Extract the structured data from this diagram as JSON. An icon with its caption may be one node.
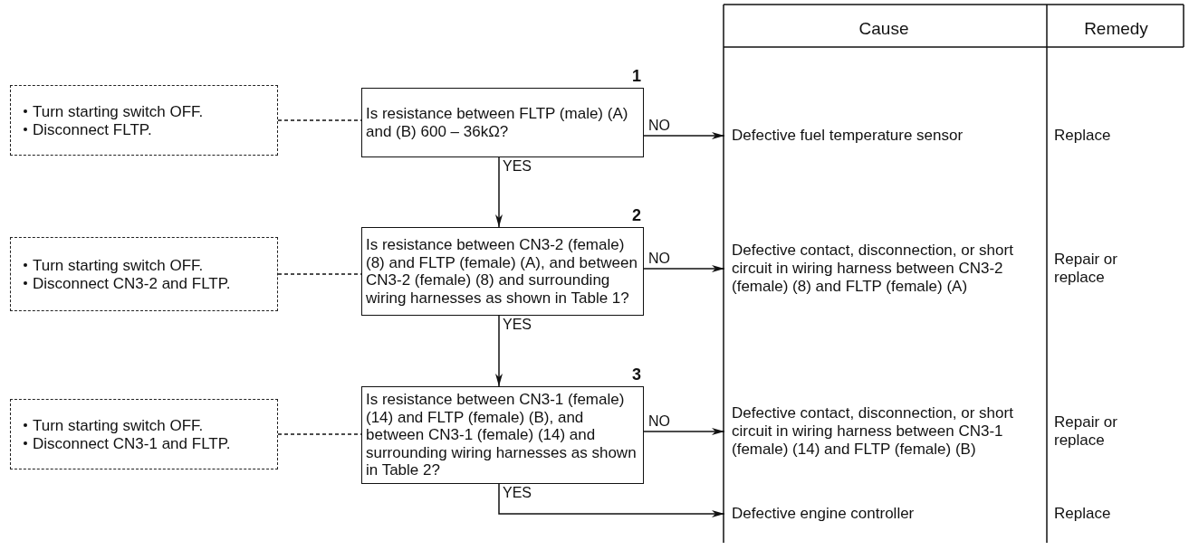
{
  "diagram": {
    "nodes": [
      {
        "text": [
          "Turn starting switch OFF.",
          "Disconnect FLTP."
        ]
      },
      {
        "text": [
          "Is resistance between FLTP (male) (A) and (B) 600 – 36kΩ?"
        ],
        "beside": [
          "1"
        ]
      },
      {
        "text": [
          "Turn starting switch OFF.",
          "Disconnect CN3-2 and FLTP."
        ]
      },
      {
        "text": [
          "Is resistance between CN3-2 (female) (8) and FLTP (female) (A), and between CN3-2 (female) (8) and surrounding wiring harnesses as shown in Table 1?"
        ],
        "beside": [
          "2"
        ]
      },
      {
        "text": [
          "Turn starting switch OFF.",
          "Disconnect CN3-1 and FLTP."
        ]
      },
      {
        "text": [
          "Is resistance between CN3-1 (female) (14) and FLTP (female) (B), and between CN3-1 (female) (14) and surrounding wiring harnesses as shown in Table 2?"
        ],
        "beside": [
          "3"
        ]
      },
      {
        "text": [
          "Defective fuel temperature sensor"
        ]
      },
      {
        "text": [
          "Defective contact, disconnection, or short circuit in wiring harness between CN3-2 (female) (8) and FLTP (female) (A)"
        ]
      },
      {
        "text": [
          "Defective contact, disconnection, or short circuit in wiring harness between CN3-1 (female) (14) and FLTP (female) (B)"
        ]
      },
      {
        "text": [
          "Defective engine controller"
        ]
      }
    ],
    "edges": [
      {
        "from": 0,
        "to": 1,
        "arrow": "none",
        "style": "dashed"
      },
      {
        "from": 1,
        "to": 6,
        "arrow": "to",
        "label": "NO"
      },
      {
        "from": 1,
        "to": 3,
        "arrow": "to",
        "label": "YES"
      },
      {
        "from": 2,
        "to": 3,
        "arrow": "none",
        "style": "dashed"
      },
      {
        "from": 3,
        "to": 7,
        "arrow": "to",
        "label": "NO"
      },
      {
        "from": 3,
        "to": 5,
        "arrow": "to",
        "label": "YES"
      },
      {
        "from": 4,
        "to": 5,
        "arrow": "none",
        "style": "dashed"
      },
      {
        "from": 5,
        "to": 8,
        "arrow": "to",
        "label": "NO"
      },
      {
        "from": 5,
        "to": 9,
        "arrow": "to",
        "label": "YES"
      }
    ],
    "labels": [
      "Cause",
      "Remedy",
      "Replace",
      "Repair or replace",
      "Repair or replace",
      "Replace"
    ]
  }
}
